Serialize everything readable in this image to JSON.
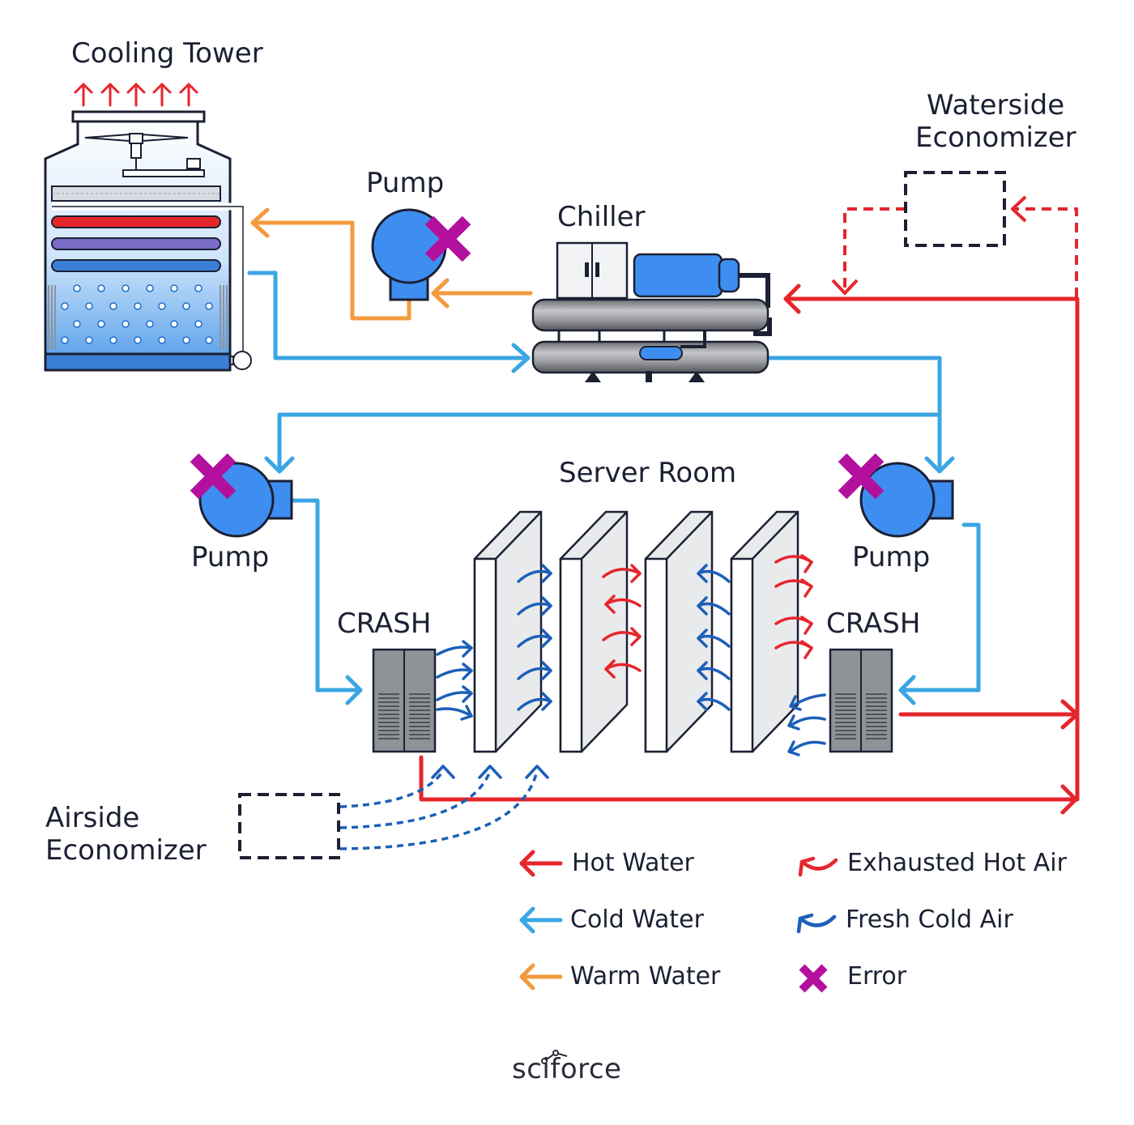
{
  "diagram": {
    "labels": {
      "cooling_tower": "Cooling Tower",
      "waterside_economizer_l1": "Waterside",
      "waterside_economizer_l2": "Economizer",
      "pump_top": "Pump",
      "chiller": "Chiller",
      "server_room": "Server Room",
      "pump_left": "Pump",
      "pump_right": "Pump",
      "crash_left": "CRASH",
      "crash_right": "CRASH",
      "airside_economizer_l1": "Airside",
      "airside_economizer_l2": "Economizer"
    },
    "legend": [
      {
        "key": "hot_water",
        "label": "Hot Water",
        "icon": "straight-arrow-icon",
        "color": "#e5262c"
      },
      {
        "key": "cold_water",
        "label": "Cold Water",
        "icon": "straight-arrow-icon",
        "color": "#3aa6e3"
      },
      {
        "key": "warm_water",
        "label": "Warm Water",
        "icon": "straight-arrow-icon",
        "color": "#f39a3d"
      },
      {
        "key": "exhausted_hot_air",
        "label": "Exhausted Hot Air",
        "icon": "curved-arrow-icon",
        "color": "#e5262c"
      },
      {
        "key": "fresh_cold_air",
        "label": "Fresh Cold Air",
        "icon": "curved-arrow-icon",
        "color": "#1c5fb8"
      },
      {
        "key": "error",
        "label": "Error",
        "icon": "x-mark-icon",
        "color": "#b3109e"
      }
    ],
    "logo": "sciforce",
    "colors": {
      "hot": "#e5262c",
      "cold": "#3aa6e3",
      "warm": "#f39a3d",
      "air_cold": "#1c5fb8",
      "error": "#b3109e",
      "equipment_blue": "#3d8ef0",
      "outline": "#1b2033"
    }
  }
}
